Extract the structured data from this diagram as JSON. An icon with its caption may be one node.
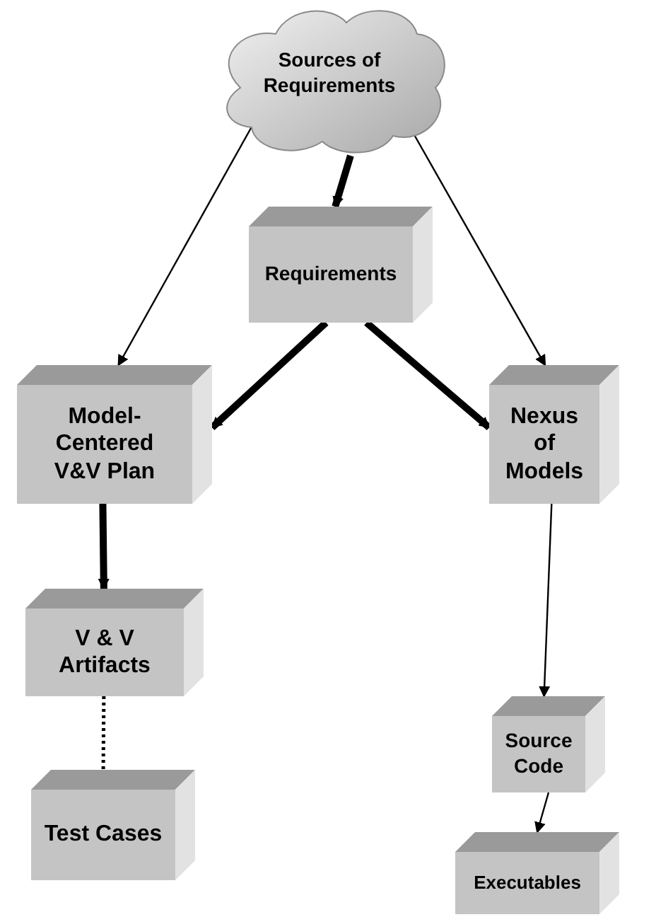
{
  "diagram": {
    "nodes": [
      {
        "text": [
          "Sources of Requirements"
        ]
      },
      {
        "text": [
          "Requirements"
        ]
      },
      {
        "text": [
          "Model-Centered V&V Plan"
        ]
      },
      {
        "text": [
          "Nexus of Models"
        ]
      },
      {
        "text": [
          "V & V Artifacts"
        ]
      },
      {
        "text": [
          "Test Cases"
        ]
      },
      {
        "text": [
          "Source Code"
        ]
      },
      {
        "text": [
          "Executables"
        ]
      }
    ],
    "edges": [
      {
        "from": 0,
        "to": 2,
        "arrow": "to"
      },
      {
        "from": 0,
        "to": 1,
        "arrow": "to",
        "style": "thick"
      },
      {
        "from": 0,
        "to": 3,
        "arrow": "to"
      },
      {
        "from": 1,
        "to": 2,
        "arrow": "to",
        "style": "thick"
      },
      {
        "from": 1,
        "to": 3,
        "arrow": "to",
        "style": "thick"
      },
      {
        "from": 2,
        "to": 4,
        "arrow": "to",
        "style": "thick"
      },
      {
        "from": 4,
        "to": 5,
        "arrow": "none",
        "style": "dashed"
      },
      {
        "from": 3,
        "to": 6,
        "arrow": "to"
      },
      {
        "from": 6,
        "to": 7,
        "arrow": "to"
      }
    ]
  }
}
